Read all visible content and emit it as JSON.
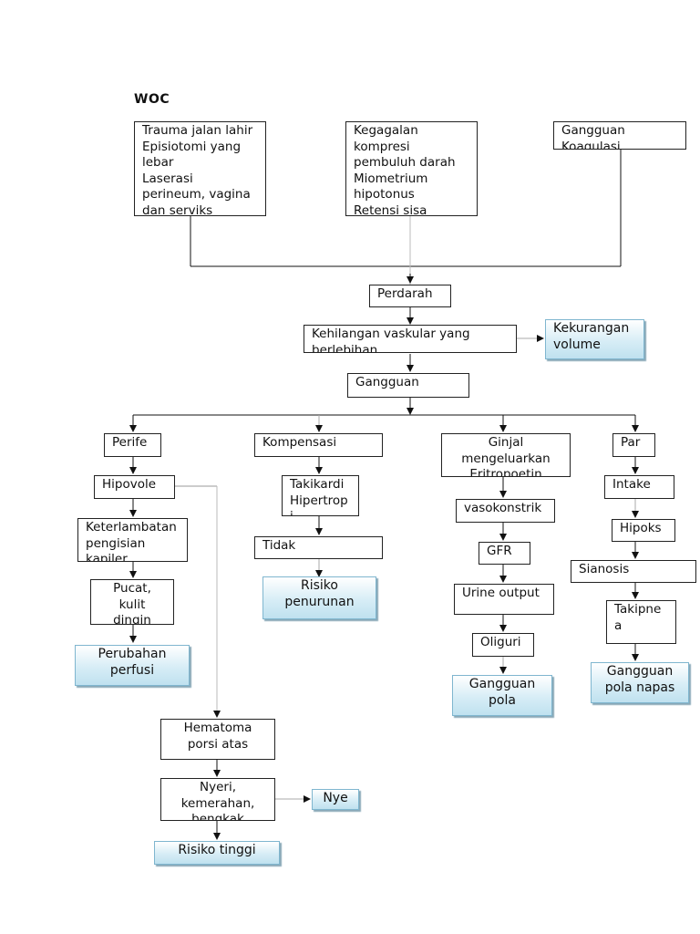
{
  "title": "WOC",
  "nodes": {
    "trauma": "Trauma jalan lahir\nEpisiotomi yang lebar\nLaserasi perineum, vagina dan serviks",
    "kegagalan": "Kegagalan kompresi pembuluh darah\nMiometrium hipotonus\nRetensi sisa",
    "koagulasi": "Gangguan\nKoagulasi",
    "perdarah": "Perdarah",
    "kehilangan": "Kehilangan vaskular yang berlebihan",
    "kekurangan": "Kekurangan volume",
    "gangguan": "Gangguan",
    "perife": "Perife",
    "hipovole": "Hipovole",
    "keterlambatan": "Keterlambatan pengisian kapiler",
    "pucat": "Pucat, kulit dingin",
    "perubahan": "Perubahan perfusi",
    "kompensasi": "Kompensasi",
    "takikardi": "Takikardi Hipertrop i",
    "tidak": "Tidak",
    "risiko_penurunan": "Risiko penurunan",
    "ginjal": "Ginjal mengeluarkan Eritropoetin",
    "vasokonstrik": "vasokonstrik",
    "gfr": "GFR",
    "urine": "Urine output",
    "oliguri": "Oliguri",
    "gangguan_pola": "Gangguan pola",
    "par": "Par",
    "intake": "Intake",
    "hipoks": "Hipoks",
    "sianosis": "Sianosis",
    "takipnea": "Takipne a",
    "gangguan_napas": "Gangguan pola napas",
    "hematoma": "Hematoma porsi atas",
    "nyeri": "Nyeri, kemerahan, bengkak",
    "nye": "Nye",
    "risiko_tinggi": "Risiko tinggi"
  }
}
